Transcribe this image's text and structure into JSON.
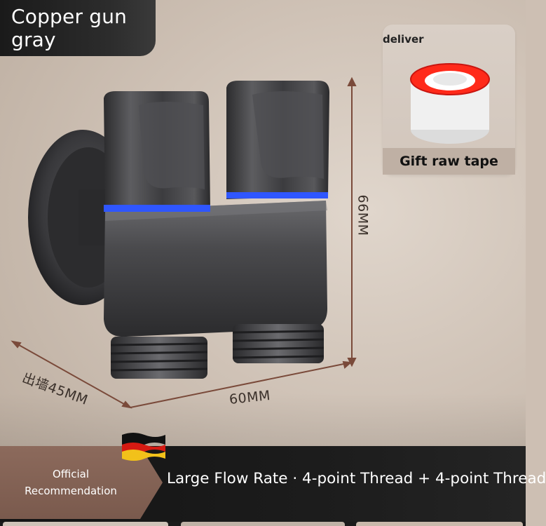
{
  "variant_label": "Copper gun gray",
  "gift": {
    "deliver_label": "deliver",
    "caption": "Gift raw tape"
  },
  "dimensions": {
    "height": "66MM",
    "width": "60MM",
    "wall_depth": "出墙45MM"
  },
  "banner": {
    "badge_line1": "Official",
    "badge_line2": "Recommendation",
    "headline": "Large Flow Rate · 4-point Thread + 4-point Thread"
  },
  "icons": {
    "flag": "germany-flag-icon"
  },
  "colors": {
    "metal": "#4a4a4c",
    "accent_ring": "#2f56ff",
    "badge": "#7f5e51",
    "banner": "#1a1a1a",
    "tape_red": "#ff2a1a"
  }
}
